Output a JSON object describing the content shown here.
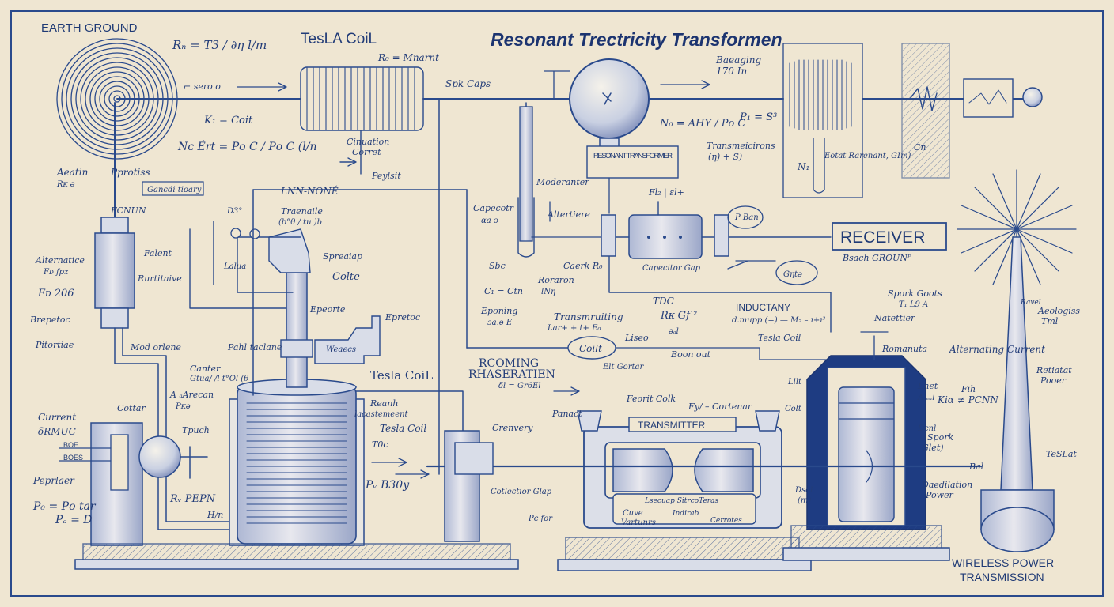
{
  "title": "Resonant Trectricity Transformen",
  "colors": {
    "paper": "#efe6d2",
    "ink": "#2a4a8c",
    "ink_dark": "#1c3470",
    "fill_light": "#d9dde8"
  },
  "labels": {
    "earth_ground": "EARTH GROUND",
    "tesla_coil_top": "TesLA CoiL",
    "eq_top_left": "Rₙ = T3 / ∂η  l/m",
    "r0_thermal": "R₀ = Mnarnt",
    "spark_caps": "Spk Caps",
    "balancing": "Baeaging",
    "balancing_val": "170 In",
    "seruo": "⌐ sero o",
    "k_coit": "K₁ = Coit",
    "nc_eq": "Nᴄ Ért = Pᴏ C / Pᴏ C  (l/n",
    "aeatin": "Aeatin",
    "aeatin_sub": "Rᴋ ə",
    "pprotiss": "Pprotiss",
    "conversion_box": "Gancdi tioary",
    "cinuation": "Cinuation",
    "corret": "Corret",
    "pey_lsit": "Peylsit",
    "lnn_none": "LNN-NONÉ",
    "n0_eq": "N₀ = AHY / Pᴏ C",
    "p1_eq": "P₁ = S³",
    "resonant_box": "RESONANT TRANSFORMER",
    "transmissions": "Transmeicirons",
    "transmissions_sub": "(η) + S)",
    "cit": "Cn",
    "n1_label": "N₁",
    "boost_label": "Eotat Rarenant, GIm)",
    "fcnun": "FCNUN",
    "traenaile": "Traenaile",
    "traenaile_sub": "(b°θ / tu )b",
    "d3_label": "D3°",
    "moderator": "Moderanter",
    "capacitor": "Capecotr",
    "capacitor_sub": "αa ə",
    "altertiere": "Altertiere",
    "flux_label": "Fl₂ | εl+",
    "pan_label": "P Ban",
    "receiver": "RECEIVER",
    "beach_ground": "Bsach GROUNᴾ",
    "gate_label": "Gηtə",
    "alternatice": "Alternatice",
    "alternatice_sub": "Fᴅ ƒpz",
    "falent": "Falent",
    "rurtitaive": "Rurtitaive",
    "f_eq": "Fᴅ 206",
    "spreaiap": "Spreaiap",
    "colte": "Colte",
    "lalua_label": "Lalua",
    "sbc": "Sbc",
    "cearck": "Caerk R₀",
    "capacitor_gap": "Capecitor Gap",
    "cr_eq": "C₁ = Ctn",
    "roraron": "Roraron",
    "roraron_sub": "lNη",
    "tdc": "TDC",
    "spark_gaps": "Spork Goots",
    "spark_gaps_sub": "T₁ L9 A",
    "epeorte": "Epeorte",
    "epretoc": "Epretoc",
    "brepetoc": "Brepetoc",
    "eponing": "Eponing",
    "eponing_sub": "ɔa.ə E",
    "transmitting": "Transmruiting",
    "transmitting_sub": "Lar+ + t+ E₀",
    "rg_eq": "Rᴋ Gf ²",
    "rg_sub": "əₐl",
    "inductany": "INDUCTANY",
    "inductany_eq": "d.mupp (=) — M₂ – ı+ı³",
    "natettier": "Natettier",
    "pitortiae": "Pitortiae",
    "mod_orlene": "Mod orlene",
    "pah_tiolane": "Pahl taclane",
    "weaecs": "Weaecs",
    "coilt": "Coilt",
    "liseo": "Liseo",
    "boon_out": "Boon out",
    "tesla_coil_mid": "Tesla Coil",
    "romanuta": "Romanuta",
    "alternating_current": "Alternating Current",
    "rcoming": "RCOMING",
    "rhaseratien": "RHASERATIEN",
    "rhaseratien_sub": "δl = Gr6El",
    "elt_gortar": "Elt Gortar",
    "center": "Canter",
    "center_sub": "Gtua/ /l t°Ol (θ",
    "tesla_coil_right": "Tesla CoiL",
    "current": "Current",
    "arnvc": "δRMUC",
    "cottar": "Cottar",
    "boc1": "BOE",
    "boc2": "BOES",
    "a_arecan": "A ₐArecan",
    "a_arecan_sub": "Pᴋə",
    "reanh": "Reanh",
    "reanh_sub": "lacastemeent",
    "tesla_coil_low": "Tesla Coil",
    "t0": "T0c",
    "pv_eq": "Pᵥ B30y",
    "crenvery": "Crenvery",
    "panact": "Panact",
    "feorit_colt": "Feorit Colk",
    "fyl_cortenar": "Fy/ – Cortenar",
    "transmitter": "TRANSMITTER",
    "lllt": "Lllt",
    "colt": "Colt",
    "lnet": "Lnet",
    "lnet_sub": "A ₑᵤl",
    "receiver_coeff": "Kiα ≠ PCNN",
    "fih": "Fih",
    "retiatat": "Retiatat",
    "retiatat_sub": "Pooer",
    "spork": "Spork",
    "spork_sub": "Glet)",
    "dosol": "Dsol",
    "dosol_sub": "(m)",
    "tpuch": "Tpuch",
    "peprlaer": "Peprlaer",
    "pd_eq1": "P₀ = Pᴏ tar",
    "pd_eq2": "Pₐ = D",
    "rv_eq": "Rᵥ PEPN",
    "hn": "H/n",
    "collection_gap": "Cotlectior Glap",
    "pc_label": "Pᴄ for",
    "cuve": "Cuve",
    "cuve_sub": "Vartunrs",
    "lsecuap": "Lsecuap SitrcoTeras",
    "indirab": "Indirab",
    "cerrotes": "Cerrotes",
    "tesla_lat": "TeSLat",
    "bat": "Bal",
    "oscillation": "Daedilation",
    "oscillation_sub": "Power",
    "dcnl": "Dcnl",
    "aeologics": "Aeologiss",
    "aeologics_sub": "Tml",
    "revel_cut": "Ravel",
    "wireless_1": "WIRELESS POWER",
    "wireless_2": "TRANSMISSION"
  }
}
